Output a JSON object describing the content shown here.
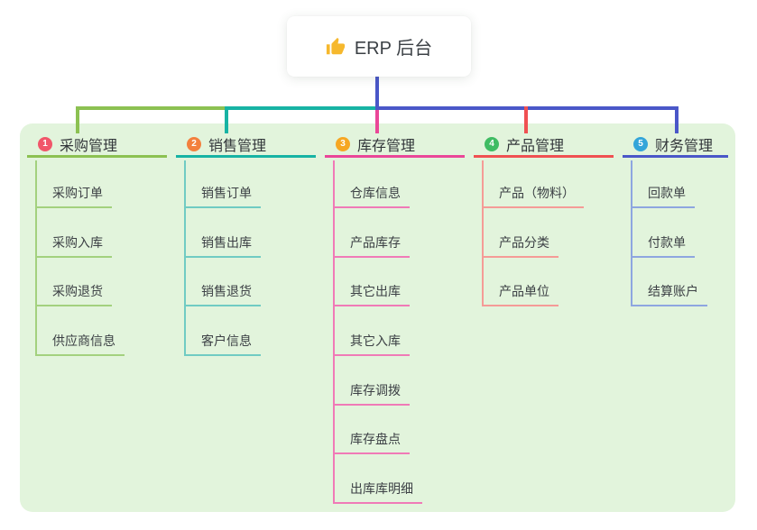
{
  "root": {
    "title": "ERP 后台",
    "icon": "thumbs-up",
    "icon_color": "#f6b82d",
    "connector_color": "#4a57c8"
  },
  "canvas": {
    "background": "#ffffff",
    "panel_background": "#e2f4dc"
  },
  "branches": [
    {
      "id": "purchase",
      "badge": "1",
      "badge_color": "#f1566a",
      "color": "#8cc152",
      "light_color": "#a3d17e",
      "title": "采购管理",
      "children": [
        "采购订单",
        "采购入库",
        "采购退货",
        "供应商信息"
      ]
    },
    {
      "id": "sales",
      "badge": "2",
      "badge_color": "#f3803e",
      "color": "#17b3a4",
      "light_color": "#70cbc3",
      "title": "销售管理",
      "children": [
        "销售订单",
        "销售出库",
        "销售退货",
        "客户信息"
      ]
    },
    {
      "id": "inventory",
      "badge": "3",
      "badge_color": "#f6a723",
      "color": "#ea4798",
      "light_color": "#f07ab7",
      "title": "库存管理",
      "children": [
        "仓库信息",
        "产品库存",
        "其它出库",
        "其它入库",
        "库存调拨",
        "库存盘点",
        "出库库明细"
      ]
    },
    {
      "id": "product",
      "badge": "4",
      "badge_color": "#3fbc63",
      "color": "#f05052",
      "light_color": "#f59b97",
      "title": "产品管理",
      "children": [
        "产品（物料）",
        "产品分类",
        "产品单位"
      ]
    },
    {
      "id": "finance",
      "badge": "5",
      "badge_color": "#33a5d9",
      "color": "#4a57c8",
      "light_color": "#8ea6e0",
      "title": "财务管理",
      "children": [
        "回款单",
        "付款单",
        "结算账户"
      ]
    }
  ]
}
